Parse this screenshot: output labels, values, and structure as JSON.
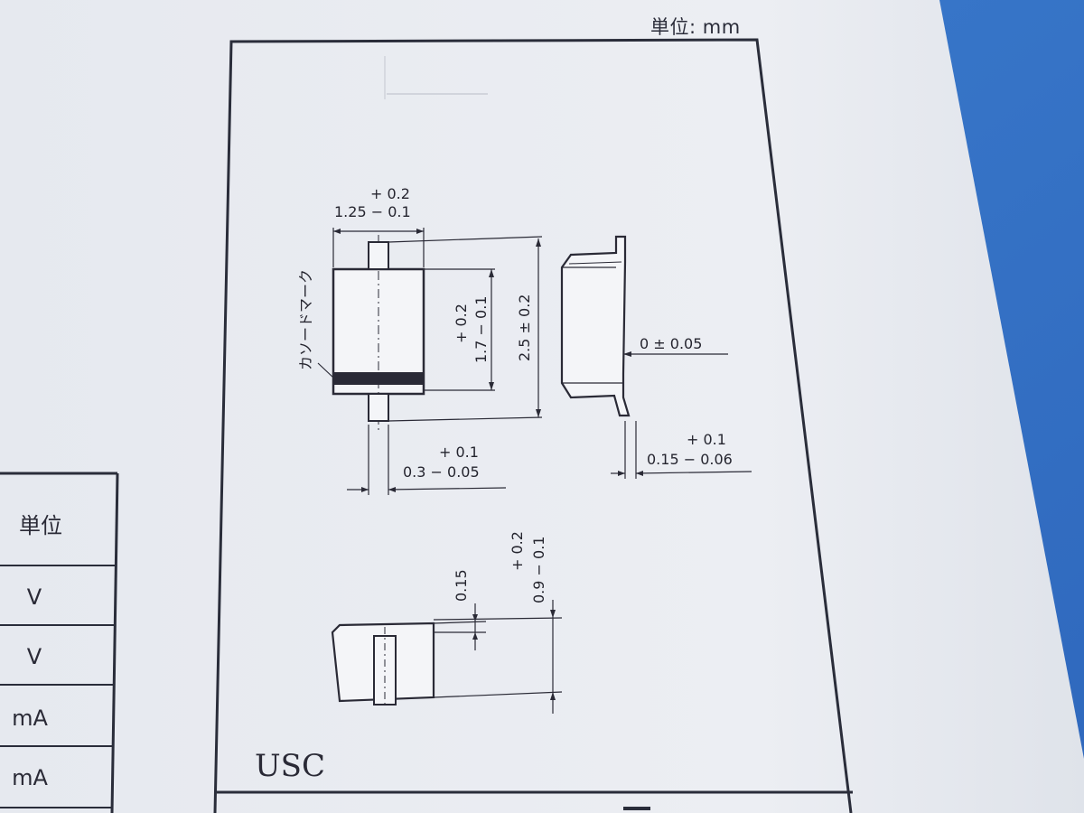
{
  "header": {
    "unit_label": "単位: mm"
  },
  "package": {
    "name": "USC"
  },
  "drawing": {
    "cathode_mark": "カソードマーク",
    "dims": {
      "width_top_tol_plus": "+ 0.2",
      "width_main": "1.25 − 0.1",
      "body_len_tol_plus": "+ 0.2",
      "body_len_main": "1.7 − 0.1",
      "total_len": "2.5 ± 0.2",
      "lead_w_tol_plus": "+ 0.1",
      "lead_w_main": "0.3 − 0.05",
      "standoff": "0 ± 0.05",
      "lead_t_tol_plus": "+ 0.1",
      "lead_t_main": "0.15 − 0.06",
      "gap": "0.15",
      "height_tol_plus": "+ 0.2",
      "height_main": "0.9 − 0.1"
    }
  },
  "units_table": {
    "header": "単位",
    "rows": [
      "V",
      "V",
      "mA",
      "mA"
    ]
  }
}
